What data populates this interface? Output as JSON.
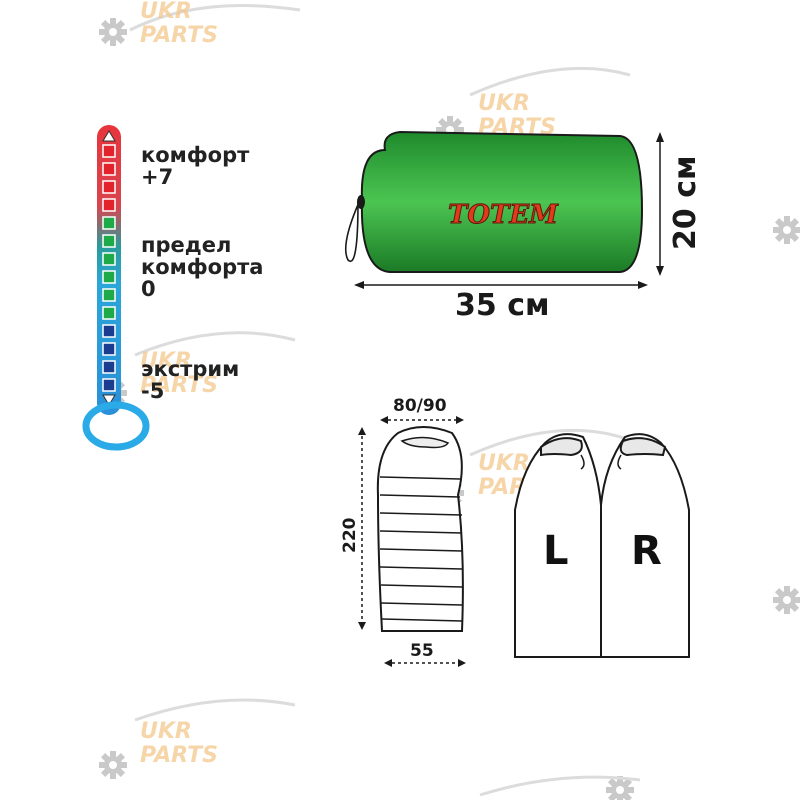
{
  "watermark": {
    "word1": "UKR",
    "word2": "PARTS",
    "color": "#f4c78c",
    "gear_color": "#c9c9c9"
  },
  "thermometer": {
    "levels": [
      {
        "label_line1": "комфорт",
        "label_line2": "+7"
      },
      {
        "label_line1": "предел",
        "label_line2": "комфорта",
        "label_line3": "0"
      },
      {
        "label_line1": "экстрим",
        "label_line2": "-5"
      }
    ],
    "colors": {
      "warm": "#e8343c",
      "mid": "#1faa4a",
      "cold": "#2a8fd8",
      "ring": "#2aaae6"
    }
  },
  "bag": {
    "brand": "TOTEM",
    "width_label": "35 см",
    "height_label": "20 см",
    "color": "#2e9a3a"
  },
  "sleeping_bag": {
    "top_width": "80/90",
    "length": "220",
    "bottom_width": "55"
  },
  "pair": {
    "left": "L",
    "right": "R"
  }
}
